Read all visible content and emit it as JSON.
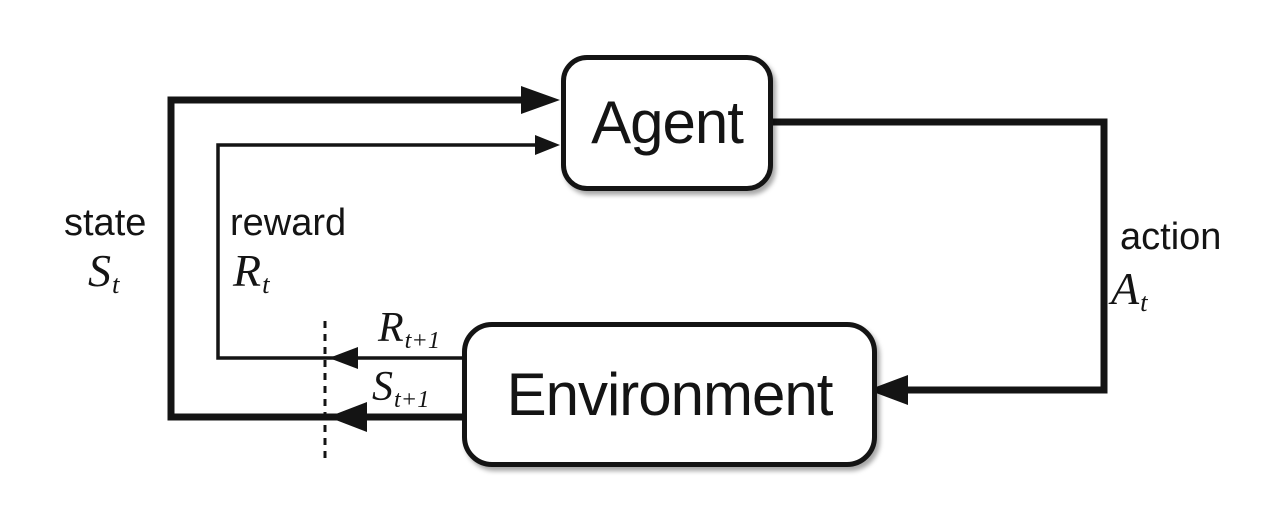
{
  "diagram": {
    "agent": {
      "label": "Agent"
    },
    "environment": {
      "label": "Environment"
    },
    "state": {
      "word": "state",
      "base": "S",
      "sub": "t"
    },
    "reward": {
      "word": "reward",
      "base": "R",
      "sub": "t"
    },
    "action": {
      "word": "action",
      "base": "A",
      "sub": "t"
    },
    "next_reward": {
      "base": "R",
      "sub": "t+1"
    },
    "next_state": {
      "base": "S",
      "sub": "t+1"
    },
    "colors": {
      "ink": "#141414",
      "background": "#ffffff",
      "box_fill": "#ffffff"
    }
  }
}
